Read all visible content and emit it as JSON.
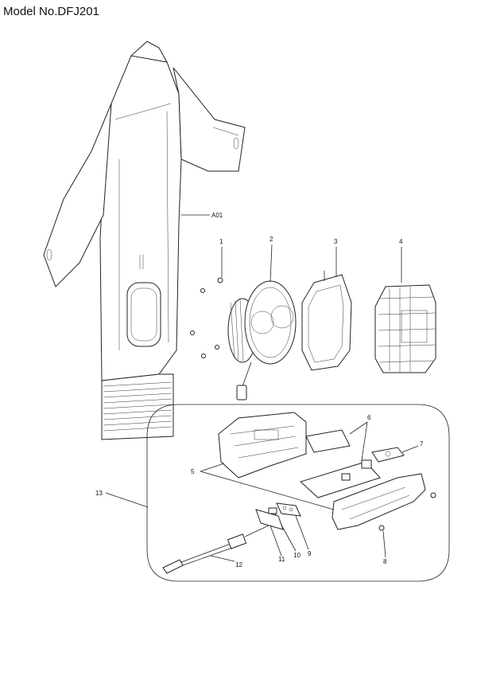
{
  "title": "Model No.DFJ201",
  "labels": {
    "a01": "A01",
    "p1": "1",
    "p2": "2",
    "p3": "3",
    "p4": "4",
    "p5": "5",
    "p6": "6",
    "p7": "7",
    "p8": "8",
    "p9": "9",
    "p10": "10",
    "p11": "11",
    "p12": "12",
    "p13": "13"
  }
}
